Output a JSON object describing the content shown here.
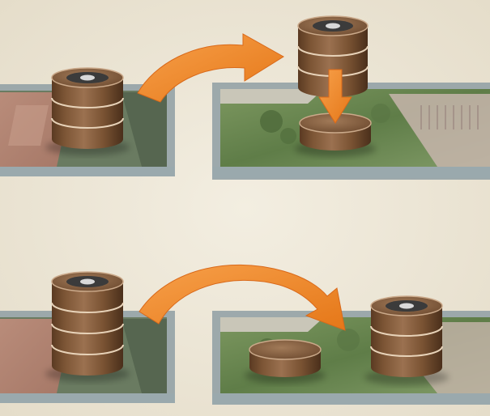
{
  "panels": [
    {
      "id": "top-example",
      "left_tile": {
        "stack_height": 3
      },
      "right_tile": {
        "placed_disc": true,
        "incoming_stack_height": 3
      },
      "arrows": [
        "curved-transfer-arrow",
        "downward-drop-arrow"
      ]
    },
    {
      "id": "bottom-example",
      "left_tile": {
        "stack_height": 4
      },
      "right_tile": {
        "placed_disc": true,
        "destination_stack_height": 3
      },
      "arrows": [
        "curved-transfer-arrow"
      ]
    }
  ],
  "colors": {
    "background": "#ede7d6",
    "tile_border": "#8e9ea3",
    "tile_grass": "#6f8a52",
    "disc_wood": "#8a6140",
    "disc_top": "#7a5638",
    "arrow": "#f28c28"
  }
}
